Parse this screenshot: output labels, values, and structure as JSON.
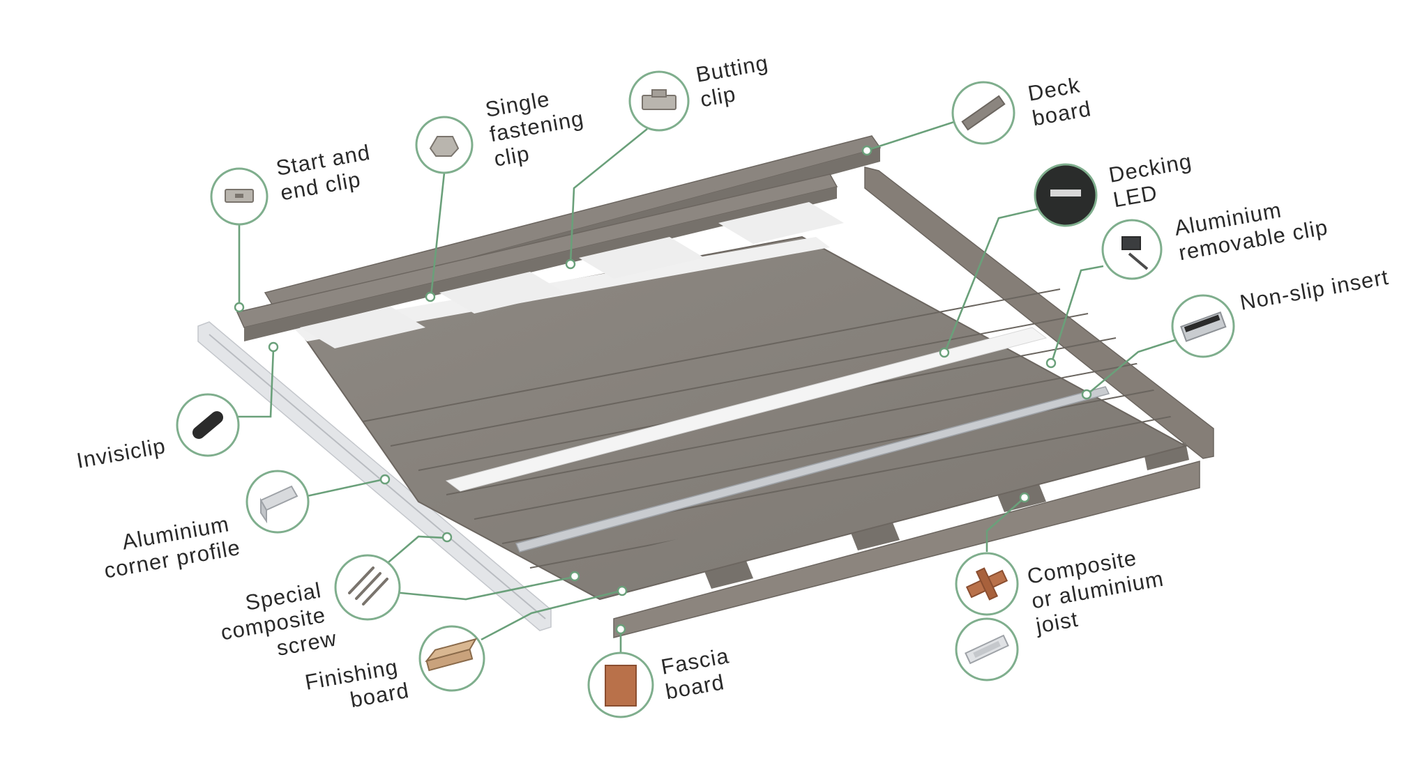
{
  "diagram": {
    "labels": {
      "start_end_clip": [
        "Start and",
        "end clip"
      ],
      "single_fastening_clip": [
        "Single",
        "fastening",
        "clip"
      ],
      "butting_clip": [
        "Butting",
        "clip"
      ],
      "deck_board": [
        "Deck",
        "board"
      ],
      "decking_led": [
        "Decking",
        "LED"
      ],
      "aluminium_removable_clip": [
        "Aluminium",
        "removable clip"
      ],
      "non_slip_insert": [
        "Non-slip insert"
      ],
      "invisiclip": [
        "Invisiclip"
      ],
      "aluminium_corner_profile": [
        "Aluminium",
        "corner profile"
      ],
      "special_composite_screw": [
        "Special",
        "composite",
        "screw"
      ],
      "finishing_board": [
        "Finishing",
        "board"
      ],
      "fascia_board": [
        "Fascia",
        "board"
      ],
      "composite_or_aluminium_joist": [
        "Composite",
        "or aluminium",
        "joist"
      ]
    },
    "colors": {
      "deck": "#8b8680",
      "deck_dark": "#6f6a64",
      "leader": "#6aa07a",
      "ring": "#7fae8d",
      "text": "#2a2a2a"
    }
  }
}
